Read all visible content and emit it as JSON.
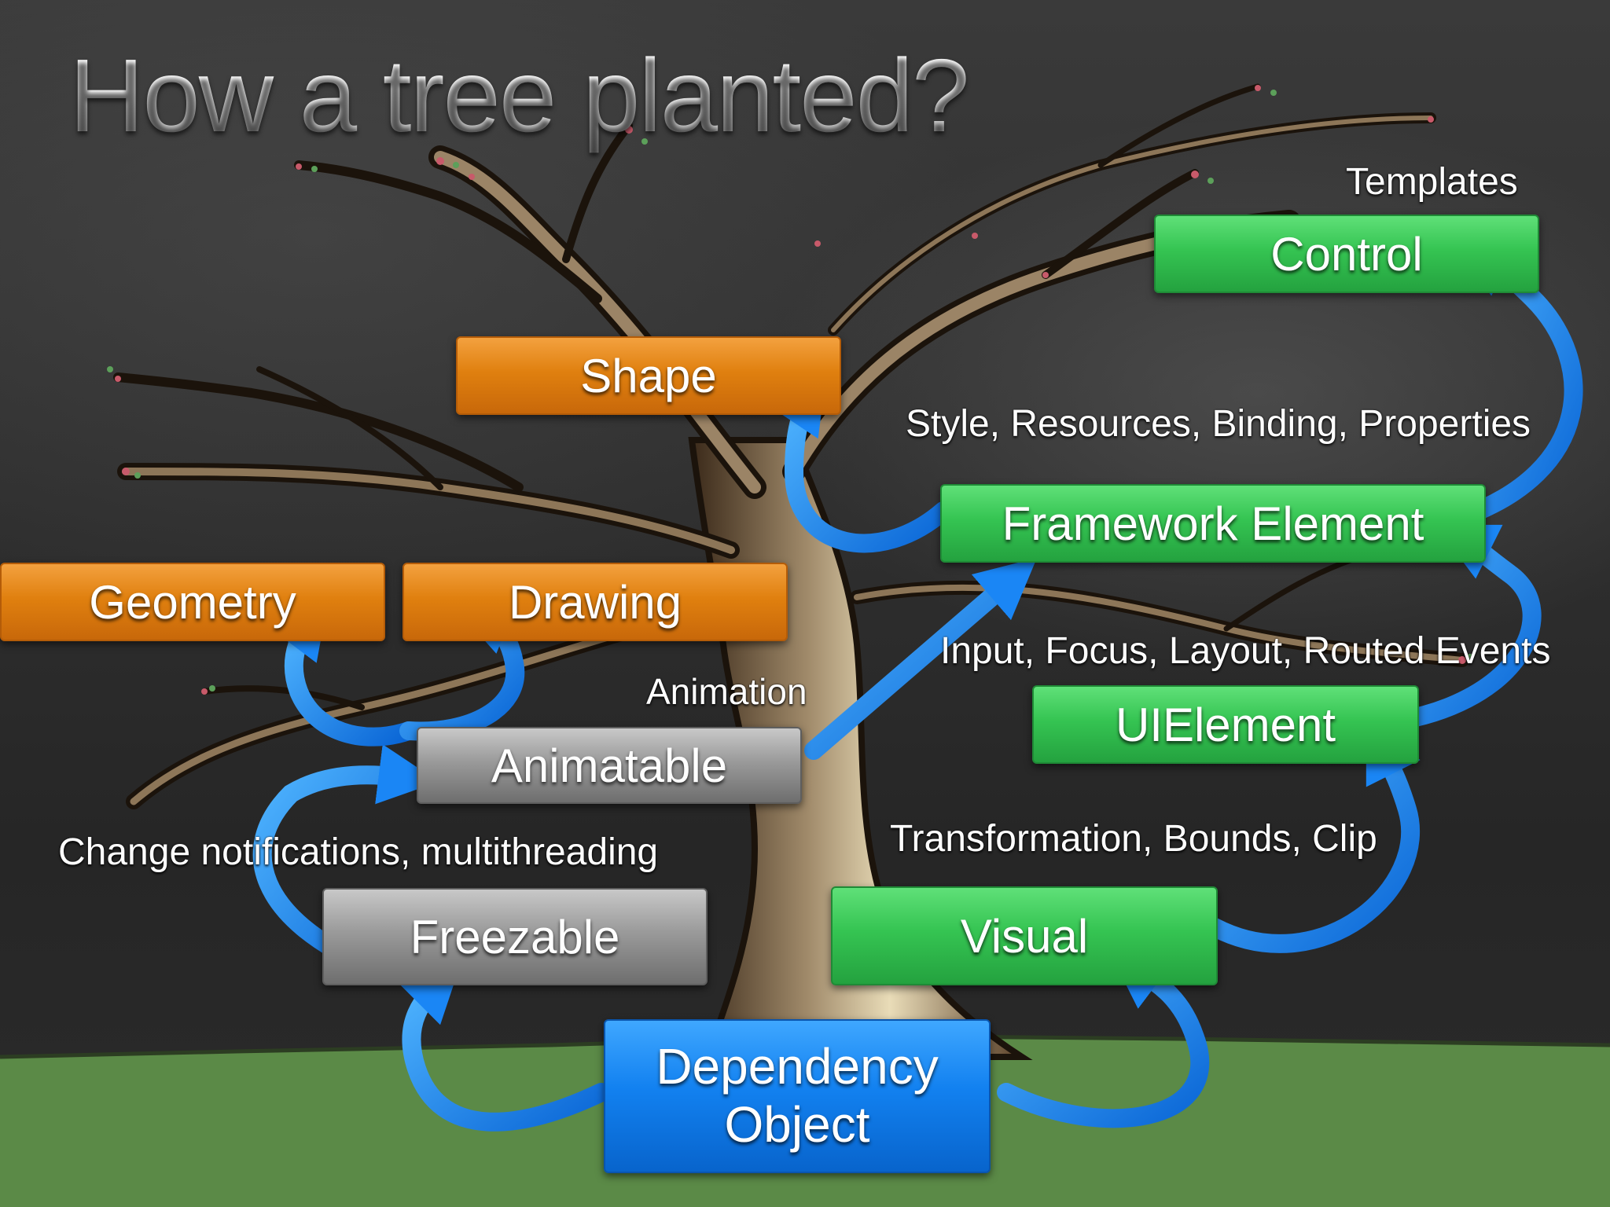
{
  "title": "How a tree planted?",
  "boxes": {
    "shape": "Shape",
    "geometry": "Geometry",
    "drawing": "Drawing",
    "animatable": "Animatable",
    "freezable": "Freezable",
    "dependency_object_line1": "Dependency",
    "dependency_object_line2": "Object",
    "visual": "Visual",
    "ui_element": "UIElement",
    "framework_element": "Framework Element",
    "control": "Control"
  },
  "labels": {
    "templates": "Templates",
    "style_resources": "Style, Resources, Binding, Properties",
    "input_focus": "Input, Focus, Layout, Routed Events",
    "transformation": "Transformation, Bounds, Clip",
    "animation": "Animation",
    "change_notifications": "Change notifications, multithreading"
  },
  "colors": {
    "orange": "#e0800f",
    "green": "#35c452",
    "gray": "#9a9a9a",
    "blue": "#1281f0",
    "arrow": "#1a86f5",
    "ground": "#5b8a47"
  }
}
